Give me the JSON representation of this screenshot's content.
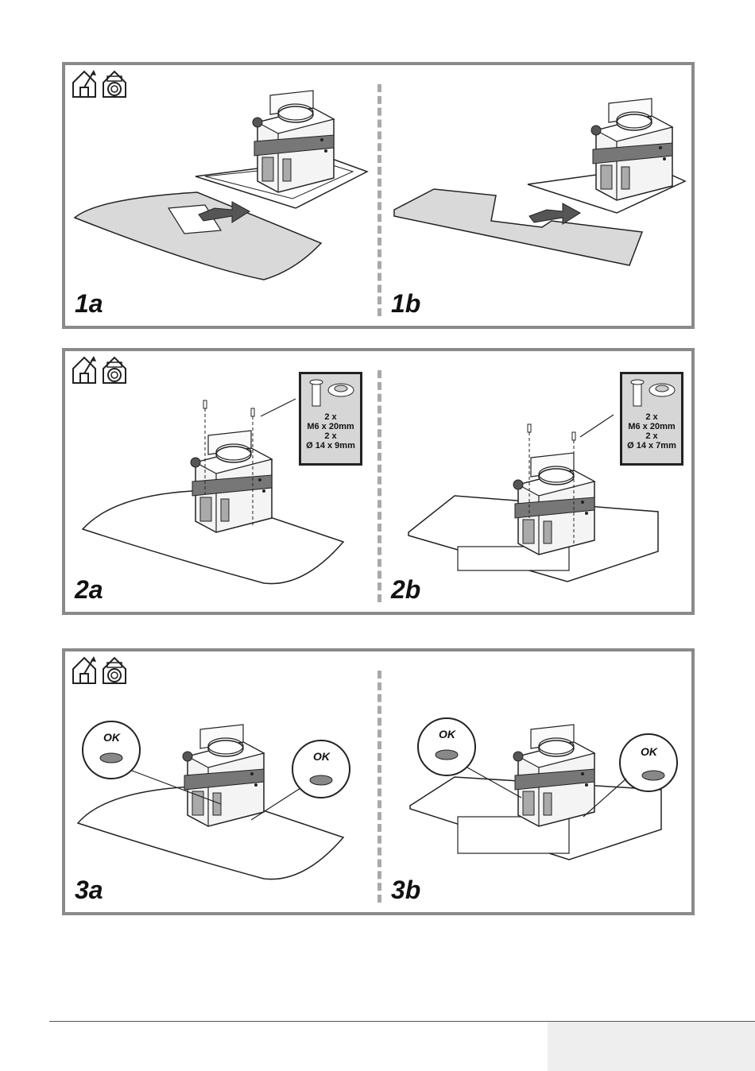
{
  "panels": [
    {
      "left_label": "1a",
      "right_label": "1b"
    },
    {
      "left_label": "2a",
      "right_label": "2b",
      "left_spec": {
        "line1": "2 x",
        "line2": "M6 x 20mm",
        "line3": "2 x",
        "line4": "Ø 14 x 9mm"
      },
      "right_spec": {
        "line1": "2 x",
        "line2": "M6 x 20mm",
        "line3": "2 x",
        "line4": "Ø 14 x 7mm"
      }
    },
    {
      "left_label": "3a",
      "right_label": "3b",
      "ok_texts": [
        "OK",
        "OK",
        "OK",
        "OK"
      ]
    }
  ],
  "icons": [
    "exhaust-mode-icon",
    "recirculation-mode-icon"
  ],
  "colors": {
    "frame": "#8a8a8a",
    "divider": "#a9a9a9",
    "glass": "#d9d9d9",
    "band": "#7a7a7a"
  }
}
